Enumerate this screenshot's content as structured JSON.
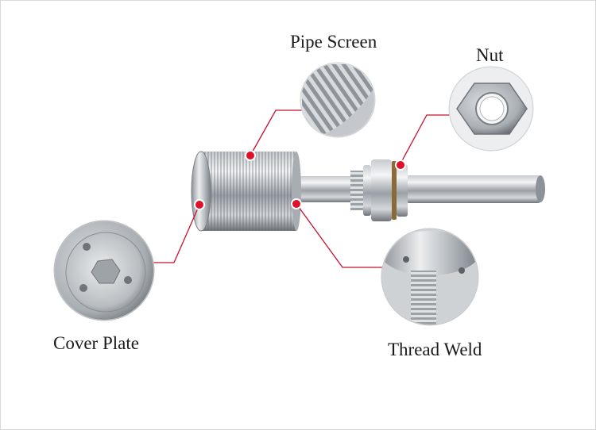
{
  "labels": {
    "pipe_screen": "Pipe Screen",
    "nut": "Nut",
    "cover_plate": "Cover Plate",
    "thread_weld": "Thread Weld"
  },
  "colors": {
    "callout_line": "#c8102e",
    "marker_fill": "#e0102a",
    "steel_light": "#e8eaec",
    "steel_dark": "#6f747a",
    "background": "#ffffff"
  }
}
